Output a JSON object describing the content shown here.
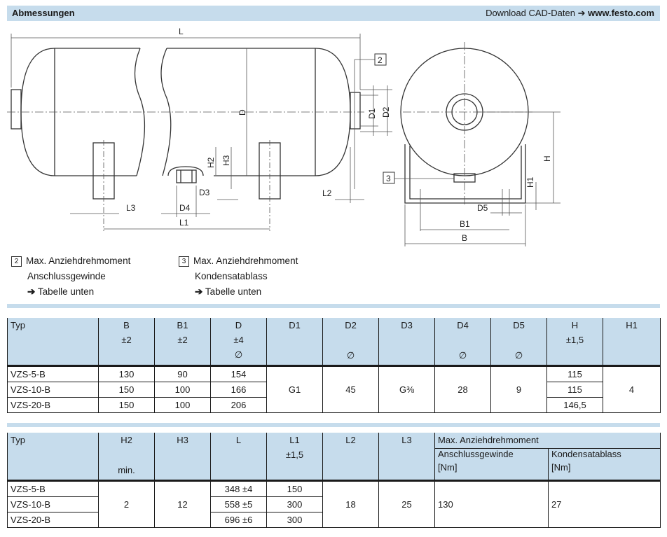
{
  "header": {
    "title": "Abmessungen",
    "download_label": "Download CAD-Daten",
    "arrow": "➔",
    "url": "www.festo.com"
  },
  "drawing": {
    "labels": [
      "L",
      "D",
      "D1",
      "D2",
      "H2",
      "H3",
      "D3",
      "D4",
      "L1",
      "L2",
      "L3",
      "H",
      "H1",
      "D5",
      "B1",
      "B",
      "2",
      "3"
    ]
  },
  "legend": {
    "item2": {
      "num": "2",
      "line1": "Max. Anziehdrehmoment",
      "line2": "Anschlussgewinde",
      "line3": "Tabelle unten"
    },
    "item3": {
      "num": "3",
      "line1": "Max. Anziehdrehmoment",
      "line2": "Kondensatablass",
      "line3": "Tabelle unten"
    },
    "arrow": "➔"
  },
  "table1": {
    "headers": [
      {
        "name": "Typ",
        "tol": "",
        "sym": ""
      },
      {
        "name": "B",
        "tol": "±2",
        "sym": ""
      },
      {
        "name": "B1",
        "tol": "±2",
        "sym": ""
      },
      {
        "name": "D",
        "tol": "±4",
        "sym": "∅"
      },
      {
        "name": "D1",
        "tol": "",
        "sym": ""
      },
      {
        "name": "D2",
        "tol": "",
        "sym": "∅"
      },
      {
        "name": "D3",
        "tol": "",
        "sym": ""
      },
      {
        "name": "D4",
        "tol": "",
        "sym": "∅"
      },
      {
        "name": "D5",
        "tol": "",
        "sym": "∅"
      },
      {
        "name": "H",
        "tol": "±1,5",
        "sym": ""
      },
      {
        "name": "H1",
        "tol": "",
        "sym": ""
      }
    ],
    "rows": [
      {
        "typ": "VZS-5-B",
        "b": "130",
        "b1": "90",
        "d": "154",
        "h": "115"
      },
      {
        "typ": "VZS-10-B",
        "b": "150",
        "b1": "100",
        "d": "166",
        "h": "115"
      },
      {
        "typ": "VZS-20-B",
        "b": "150",
        "b1": "100",
        "d": "206",
        "h": "146,5"
      }
    ],
    "shared": {
      "d1": "G1",
      "d2": "45",
      "d3": "G⅜",
      "d4": "28",
      "d5": "9",
      "h1": "4"
    }
  },
  "table2": {
    "headers": {
      "typ": "Typ",
      "h2": "H2",
      "h2_note": "min.",
      "h3": "H3",
      "l": "L",
      "l1": "L1",
      "l1_tol": "±1,5",
      "l2": "L2",
      "l3": "L3",
      "group": "Max. Anziehdrehmoment",
      "sub1": "Anschlussgewinde",
      "sub1_unit": "[Nm]",
      "sub2": "Kondensatablass",
      "sub2_unit": "[Nm]"
    },
    "rows": [
      {
        "typ": "VZS-5-B",
        "l": "348 ±4",
        "l1": "150"
      },
      {
        "typ": "VZS-10-B",
        "l": "558 ±5",
        "l1": "300"
      },
      {
        "typ": "VZS-20-B",
        "l": "696 ±6",
        "l1": "300"
      }
    ],
    "shared": {
      "h2": "2",
      "h3": "12",
      "l2": "18",
      "l3": "25",
      "m1": "130",
      "m2": "27"
    }
  }
}
